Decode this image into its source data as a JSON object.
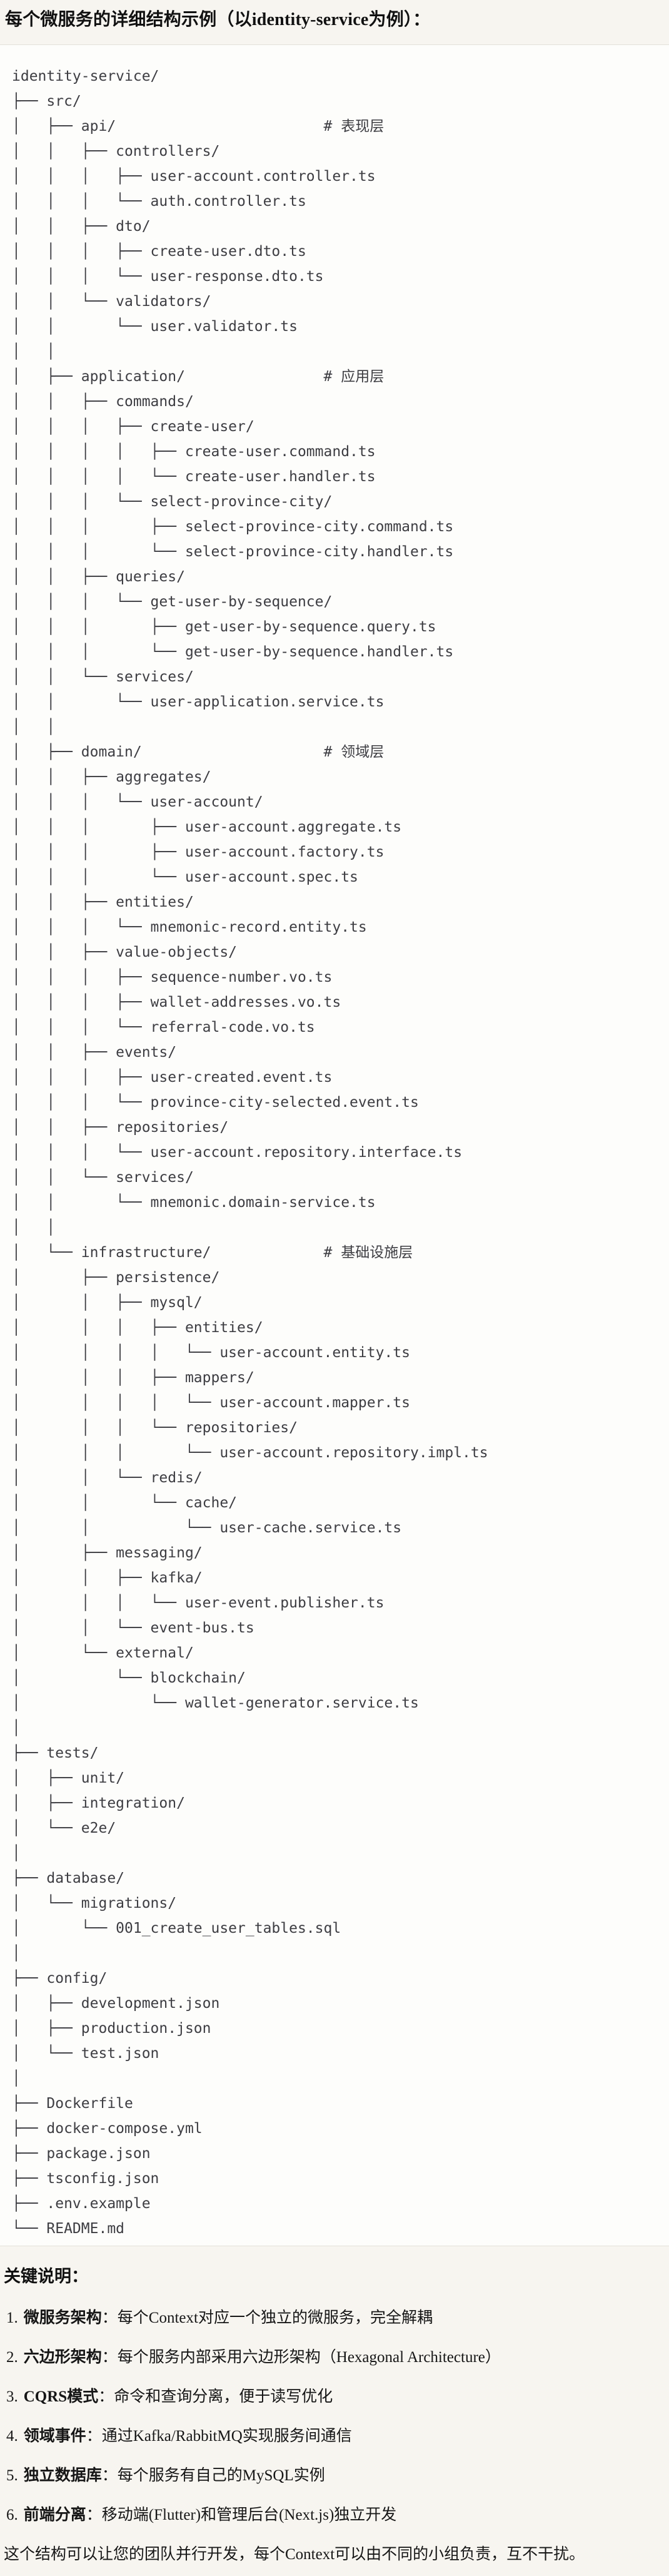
{
  "page": {
    "title": "每个微服务的详细结构示例（以identity-service为例）："
  },
  "tree": {
    "lines": [
      "identity-service/",
      "├── src/",
      "│   ├── api/                        # 表现层",
      "│   │   ├── controllers/",
      "│   │   │   ├── user-account.controller.ts",
      "│   │   │   └── auth.controller.ts",
      "│   │   ├── dto/",
      "│   │   │   ├── create-user.dto.ts",
      "│   │   │   └── user-response.dto.ts",
      "│   │   └── validators/",
      "│   │       └── user.validator.ts",
      "│   │",
      "│   ├── application/                # 应用层",
      "│   │   ├── commands/",
      "│   │   │   ├── create-user/",
      "│   │   │   │   ├── create-user.command.ts",
      "│   │   │   │   └── create-user.handler.ts",
      "│   │   │   └── select-province-city/",
      "│   │   │       ├── select-province-city.command.ts",
      "│   │   │       └── select-province-city.handler.ts",
      "│   │   ├── queries/",
      "│   │   │   └── get-user-by-sequence/",
      "│   │   │       ├── get-user-by-sequence.query.ts",
      "│   │   │       └── get-user-by-sequence.handler.ts",
      "│   │   └── services/",
      "│   │       └── user-application.service.ts",
      "│   │",
      "│   ├── domain/                     # 领域层",
      "│   │   ├── aggregates/",
      "│   │   │   └── user-account/",
      "│   │   │       ├── user-account.aggregate.ts",
      "│   │   │       ├── user-account.factory.ts",
      "│   │   │       └── user-account.spec.ts",
      "│   │   ├── entities/",
      "│   │   │   └── mnemonic-record.entity.ts",
      "│   │   ├── value-objects/",
      "│   │   │   ├── sequence-number.vo.ts",
      "│   │   │   ├── wallet-addresses.vo.ts",
      "│   │   │   └── referral-code.vo.ts",
      "│   │   ├── events/",
      "│   │   │   ├── user-created.event.ts",
      "│   │   │   └── province-city-selected.event.ts",
      "│   │   ├── repositories/",
      "│   │   │   └── user-account.repository.interface.ts",
      "│   │   └── services/",
      "│   │       └── mnemonic.domain-service.ts",
      "│   │",
      "│   └── infrastructure/             # 基础设施层",
      "│       ├── persistence/",
      "│       │   ├── mysql/",
      "│       │   │   ├── entities/",
      "│       │   │   │   └── user-account.entity.ts",
      "│       │   │   ├── mappers/",
      "│       │   │   │   └── user-account.mapper.ts",
      "│       │   │   └── repositories/",
      "│       │   │       └── user-account.repository.impl.ts",
      "│       │   └── redis/",
      "│       │       └── cache/",
      "│       │           └── user-cache.service.ts",
      "│       ├── messaging/",
      "│       │   ├── kafka/",
      "│       │   │   └── user-event.publisher.ts",
      "│       │   └── event-bus.ts",
      "│       └── external/",
      "│           └── blockchain/",
      "│               └── wallet-generator.service.ts",
      "│",
      "├── tests/",
      "│   ├── unit/",
      "│   ├── integration/",
      "│   └── e2e/",
      "│",
      "├── database/",
      "│   └── migrations/",
      "│       └── 001_create_user_tables.sql",
      "│",
      "├── config/",
      "│   ├── development.json",
      "│   ├── production.json",
      "│   └── test.json",
      "│",
      "├── Dockerfile",
      "├── docker-compose.yml",
      "├── package.json",
      "├── tsconfig.json",
      "├── .env.example",
      "└── README.md"
    ]
  },
  "notes": {
    "heading": "关键说明：",
    "items": [
      {
        "num": "1.",
        "term": "微服务架构",
        "colon": "：",
        "desc": "每个Context对应一个独立的微服务，完全解耦"
      },
      {
        "num": "2.",
        "term": "六边形架构",
        "colon": "：",
        "desc": "每个服务内部采用六边形架构（Hexagonal Architecture）"
      },
      {
        "num": "3.",
        "term": "CQRS模式",
        "colon": "：",
        "desc": "命令和查询分离，便于读写优化"
      },
      {
        "num": "4.",
        "term": "领域事件",
        "colon": "：",
        "desc": "通过Kafka/RabbitMQ实现服务间通信"
      },
      {
        "num": "5.",
        "term": "独立数据库",
        "colon": "：",
        "desc": "每个服务有自己的MySQL实例"
      },
      {
        "num": "6.",
        "term": "前端分离",
        "colon": "：",
        "desc": "移动端(Flutter)和管理后台(Next.js)独立开发"
      }
    ],
    "footer": "这个结构可以让您的团队并行开发，每个Context可以由不同的小组负责，互不干扰。"
  },
  "colors": {
    "page_background": "#f7f5f0",
    "code_background": "#fdfdfb",
    "code_border": "#e3e1da",
    "tree_text": "#3d3d42",
    "body_text": "#161616"
  }
}
